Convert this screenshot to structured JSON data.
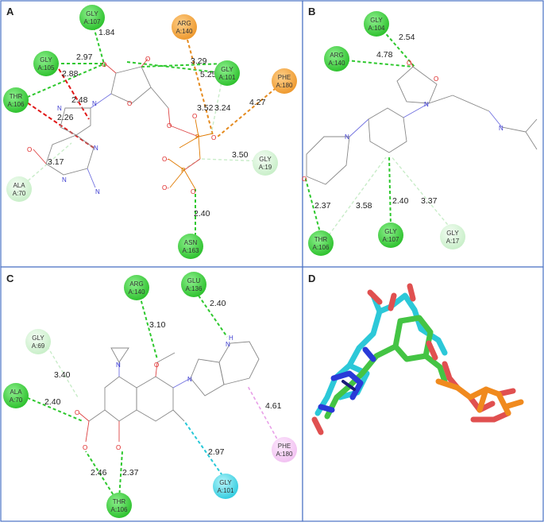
{
  "panels": {
    "a": {
      "label": "A"
    },
    "b": {
      "label": "B"
    },
    "c": {
      "label": "C"
    },
    "d": {
      "label": "D"
    }
  },
  "legend_colors": {
    "hbond": "#2ec82e",
    "vdw": "#c8ecc8",
    "pi_alkyl": "#e58a1e",
    "unfavorable": "#e01818",
    "halogen": "#28c8d8",
    "pi_sigma": "#e8a0e8"
  },
  "a": {
    "residues": [
      {
        "name": "GLY",
        "id": "A:107",
        "type": "hbond"
      },
      {
        "name": "GLY",
        "id": "A:105",
        "type": "hbond"
      },
      {
        "name": "THR",
        "id": "A:106",
        "type": "hbond"
      },
      {
        "name": "ARG",
        "id": "A:140",
        "type": "pi"
      },
      {
        "name": "GLY",
        "id": "A:101",
        "type": "hbond"
      },
      {
        "name": "PHE",
        "id": "A:180",
        "type": "pi"
      },
      {
        "name": "GLY",
        "id": "A:19",
        "type": "vdw"
      },
      {
        "name": "ALA",
        "id": "A:70",
        "type": "vdw"
      },
      {
        "name": "ASN",
        "id": "A:163",
        "type": "hbond"
      }
    ],
    "distances": [
      "1.84",
      "2.97",
      "2.88",
      "2.48",
      "2.26",
      "3.17",
      "3.29",
      "5.25",
      "3.52",
      "3.24",
      "4.27",
      "3.50",
      "2.40"
    ],
    "atoms": {
      "N": "N",
      "O": "O",
      "P": "P",
      "OM": "O-"
    }
  },
  "b": {
    "residues": [
      {
        "name": "GLY",
        "id": "A:104",
        "type": "hbond"
      },
      {
        "name": "ARG",
        "id": "A:140",
        "type": "hbond"
      },
      {
        "name": "THR",
        "id": "A:106",
        "type": "hbond"
      },
      {
        "name": "GLY",
        "id": "A:107",
        "type": "hbond"
      },
      {
        "name": "GLY",
        "id": "A:17",
        "type": "vdw"
      }
    ],
    "distances": [
      "2.54",
      "4.78",
      "2.37",
      "3.58",
      "2.40",
      "3.37"
    ]
  },
  "c": {
    "residues": [
      {
        "name": "ARG",
        "id": "A:140",
        "type": "hbond"
      },
      {
        "name": "GLU",
        "id": "A:136",
        "type": "hbond"
      },
      {
        "name": "GLY",
        "id": "A:69",
        "type": "vdw"
      },
      {
        "name": "ALA",
        "id": "A:70",
        "type": "hbond"
      },
      {
        "name": "PHE",
        "id": "A:180",
        "type": "pi_sigma"
      },
      {
        "name": "GLY",
        "id": "A:101",
        "type": "halogen"
      },
      {
        "name": "THR",
        "id": "A:106",
        "type": "hbond"
      }
    ],
    "distances": [
      "3.10",
      "2.40",
      "3.40",
      "2.40",
      "4.61",
      "2.97",
      "2.46",
      "2.37"
    ],
    "atoms": {
      "H": "H"
    }
  }
}
